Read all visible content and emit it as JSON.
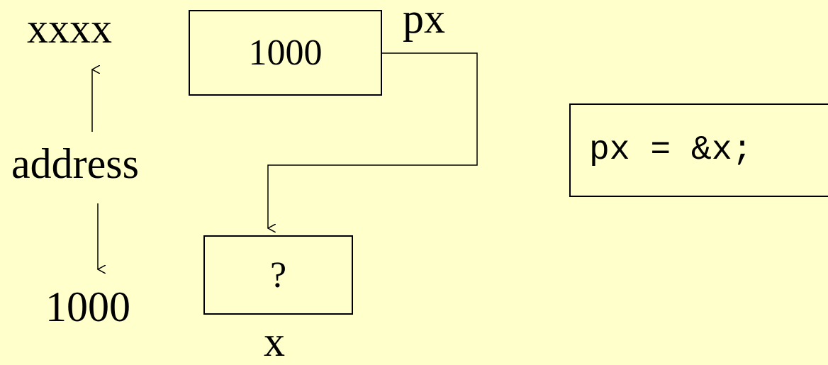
{
  "left_column": {
    "top_value": "xxxx",
    "label": "address",
    "bottom_value": "1000"
  },
  "pointer_box": {
    "value": "1000",
    "name": "px"
  },
  "target_box": {
    "value": "?",
    "name": "x"
  },
  "code_box": {
    "code": "px = &x;"
  }
}
